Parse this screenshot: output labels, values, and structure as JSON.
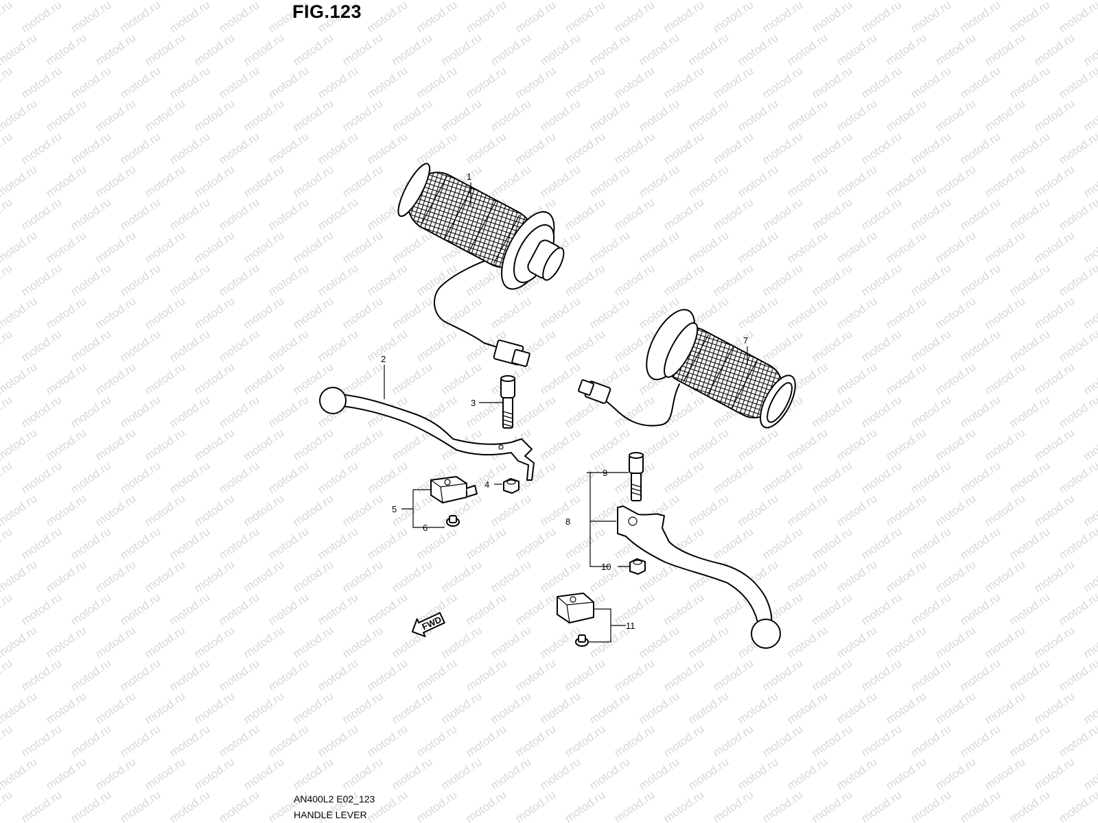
{
  "figure": {
    "title": "FIG.123",
    "model_code": "AN400L2 E02_123",
    "section_name": "HANDLE LEVER",
    "watermark": "motod.ru",
    "arrow_label": "FWD"
  },
  "callouts": [
    {
      "id": "1",
      "label": "1"
    },
    {
      "id": "2",
      "label": "2"
    },
    {
      "id": "3",
      "label": "3"
    },
    {
      "id": "4",
      "label": "4"
    },
    {
      "id": "5",
      "label": "5"
    },
    {
      "id": "6",
      "label": "6"
    },
    {
      "id": "7",
      "label": "7"
    },
    {
      "id": "8",
      "label": "8"
    },
    {
      "id": "9",
      "label": "9"
    },
    {
      "id": "10",
      "label": "10"
    },
    {
      "id": "11",
      "label": "11"
    }
  ],
  "colors": {
    "line": "#000000",
    "background": "#ffffff",
    "watermark": "#d7d7d7"
  }
}
